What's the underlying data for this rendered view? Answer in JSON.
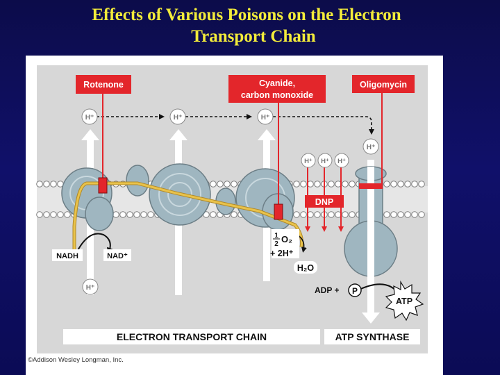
{
  "title": {
    "line1": "Effects of Various Poisons on the Electron",
    "line2": "Transport Chain"
  },
  "poisons": {
    "rotenone": "Rotenone",
    "cyanide_line1": "Cyanide,",
    "cyanide_line2": "carbon monoxide",
    "oligomycin": "Oligomycin",
    "dnp": "DNP"
  },
  "chemicals": {
    "proton": "H⁺",
    "nadh": "NADH",
    "nad": "NAD⁺",
    "half_num": "1",
    "half_den": "2",
    "o2": "O₂",
    "two_h": "+ 2H⁺",
    "water": "H₂O",
    "adp": "ADP +",
    "pi": "P",
    "atp": "ATP"
  },
  "footer": {
    "etc_label": "ELECTRON TRANSPORT CHAIN",
    "synthase_label": "ATP SYNTHASE",
    "copyright": "©Addison Wesley Longman, Inc."
  },
  "colors": {
    "title": "#f3ec3a",
    "background": "#10106a",
    "panel": "#d7d7d7",
    "protein": "#9fb6c0",
    "poison_red": "#e3262b",
    "electron_path": "#e0b53a"
  }
}
